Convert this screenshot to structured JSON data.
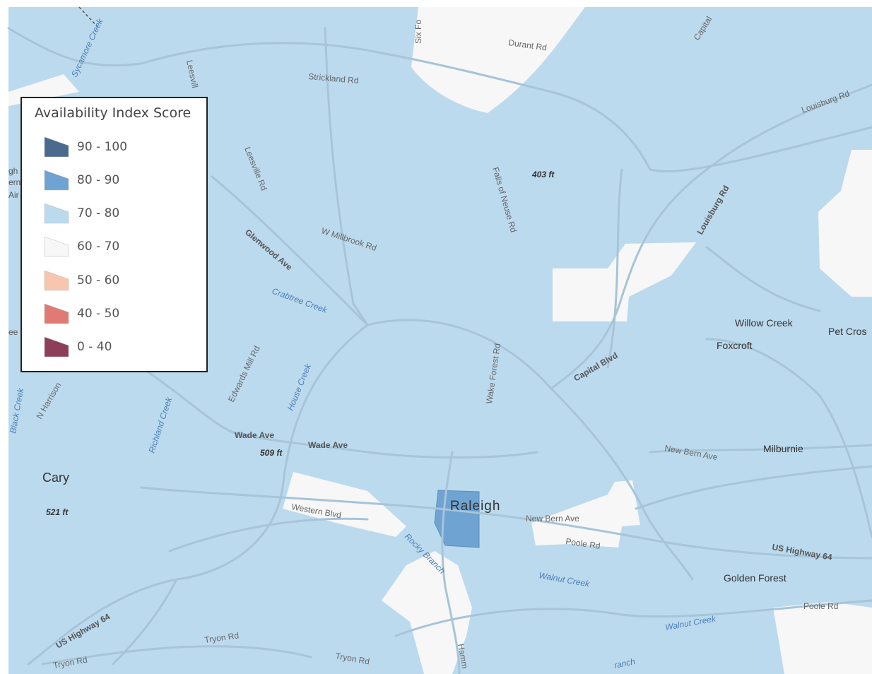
{
  "legend": {
    "title": "Availability Index Score",
    "items": [
      {
        "label": "90 - 100",
        "color": "#4a6a8e"
      },
      {
        "label": "80 - 90",
        "color": "#6fa3d2"
      },
      {
        "label": "70 - 80",
        "color": "#bcdaee"
      },
      {
        "label": "60 - 70",
        "color": "#f7f7f7"
      },
      {
        "label": "50 - 60",
        "color": "#f8c6ae"
      },
      {
        "label": "40 - 50",
        "color": "#df7b72"
      },
      {
        "label": "0 - 40",
        "color": "#8d3e58"
      }
    ]
  },
  "map": {
    "colors": {
      "base": "#bcdaee",
      "mid": "#f7f7f7",
      "high": "#6fa3d2",
      "road": "#a7c4d8",
      "water_text": "#4a7fb8"
    },
    "places": [
      "Raleigh",
      "Cary",
      "Willow Creek",
      "Foxcroft",
      "Pet Cros",
      "Milburnie",
      "Golden Forest"
    ],
    "elevations": [
      "403 ft",
      "509 ft",
      "521 ft"
    ],
    "roads": [
      "Durant Rd",
      "Strickland Rd",
      "Six Fo",
      "Capital",
      "Louisburg Rd",
      "Louisburg Rd",
      "Leesvill",
      "Leesville Rd",
      "Falls of Neuse Rd",
      "Glenwood Ave",
      "W Millbrook Rd",
      "Edwards Mill Rd",
      "Wake Forest Rd",
      "Capital Blvd",
      "Wade Ave",
      "Wade Ave",
      "New Bern Ave",
      "New Bern Ave",
      "Poole Rd",
      "Poole Rd",
      "Western Blvd",
      "US Highway 64",
      "US Highway 64",
      "Tryon Rd",
      "Tryon Rd",
      "Tryon Rd",
      "N Harrison",
      "Hamm"
    ],
    "water": [
      "Crabtree Creek",
      "House Creek",
      "Richland Creek",
      "Black Creek",
      "Sycamore Creek",
      "Rocky Branch",
      "Walnut Creek",
      "Walnut Creek",
      "ranch"
    ],
    "edge": [
      "gh",
      "ern",
      "Air",
      "ee"
    ]
  }
}
